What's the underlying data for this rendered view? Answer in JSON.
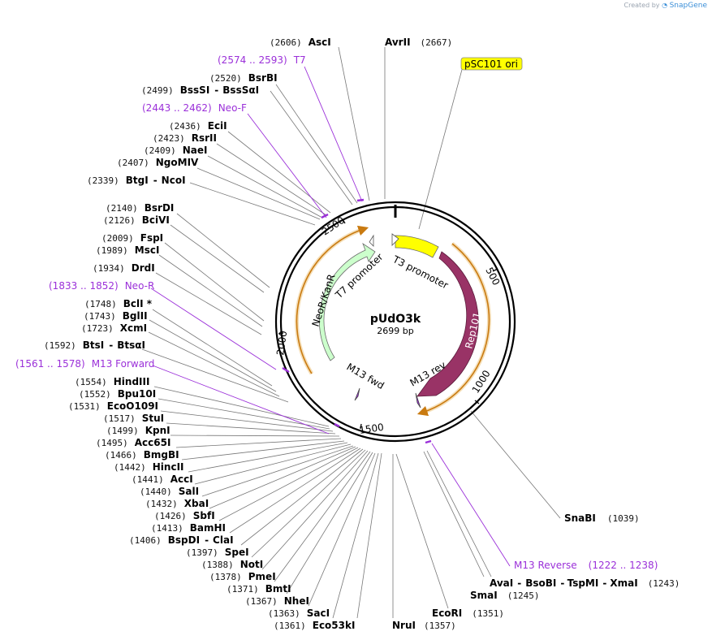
{
  "credit": {
    "created_by": "Created by",
    "brand": "SnapGene"
  },
  "plasmid": {
    "name": "pUdO3k",
    "length": "2699 bp"
  },
  "tick_labels": [
    "500",
    "1000",
    "1500",
    "2000",
    "2500"
  ],
  "features": {
    "neor_kanr": "NeoR/KanR",
    "rep101": "Rep101",
    "t7_promoter": "T7 promoter",
    "t3_promoter": "T3 promoter",
    "m13_fwd": "M13 fwd",
    "m13_rev": "M13 rev",
    "psc101_ori": "pSC101 ori"
  },
  "colors": {
    "neor": "#ccffcc",
    "rep101": "#993366",
    "t3": "#ffff00",
    "primer": "#9b30d9",
    "orf": "#e8a33d"
  },
  "sites": [
    {
      "pos": "(2606)",
      "name": "AscI"
    },
    {
      "pos": "(2667)",
      "name": "AvrII"
    },
    {
      "pos": "(2520)",
      "name": "BsrBI"
    },
    {
      "pos": "(2499)",
      "name": "BssSI",
      "alt": "BssSαI"
    },
    {
      "pos": "(2436)",
      "name": "EciI"
    },
    {
      "pos": "(2423)",
      "name": "RsrII"
    },
    {
      "pos": "(2409)",
      "name": "NaeI"
    },
    {
      "pos": "(2407)",
      "name": "NgoMIV"
    },
    {
      "pos": "(2339)",
      "name": "BtgI",
      "alt": "NcoI"
    },
    {
      "pos": "(2140)",
      "name": "BsrDI"
    },
    {
      "pos": "(2126)",
      "name": "BciVI"
    },
    {
      "pos": "(2009)",
      "name": "FspI"
    },
    {
      "pos": "(1989)",
      "name": "MscI"
    },
    {
      "pos": "(1934)",
      "name": "DrdI"
    },
    {
      "pos": "(1748)",
      "name": "BclI *"
    },
    {
      "pos": "(1743)",
      "name": "BglII"
    },
    {
      "pos": "(1723)",
      "name": "XcmI"
    },
    {
      "pos": "(1592)",
      "name": "BtsI",
      "alt": "BtsαI"
    },
    {
      "pos": "(1554)",
      "name": "HindIII"
    },
    {
      "pos": "(1552)",
      "name": "Bpu10I"
    },
    {
      "pos": "(1531)",
      "name": "EcoO109I"
    },
    {
      "pos": "(1517)",
      "name": "StuI"
    },
    {
      "pos": "(1499)",
      "name": "KpnI"
    },
    {
      "pos": "(1495)",
      "name": "Acc65I"
    },
    {
      "pos": "(1466)",
      "name": "BmgBI"
    },
    {
      "pos": "(1442)",
      "name": "HincII"
    },
    {
      "pos": "(1441)",
      "name": "AccI"
    },
    {
      "pos": "(1440)",
      "name": "SalI"
    },
    {
      "pos": "(1432)",
      "name": "XbaI"
    },
    {
      "pos": "(1426)",
      "name": "SbfI"
    },
    {
      "pos": "(1413)",
      "name": "BamHI"
    },
    {
      "pos": "(1406)",
      "name": "BspDI",
      "alt": "ClaI"
    },
    {
      "pos": "(1397)",
      "name": "SpeI"
    },
    {
      "pos": "(1388)",
      "name": "NotI"
    },
    {
      "pos": "(1378)",
      "name": "PmeI"
    },
    {
      "pos": "(1371)",
      "name": "BmtI"
    },
    {
      "pos": "(1367)",
      "name": "NheI"
    },
    {
      "pos": "(1363)",
      "name": "SacI"
    },
    {
      "pos": "(1361)",
      "name": "Eco53kI"
    },
    {
      "pos": "(1357)",
      "name": "NruI"
    },
    {
      "pos": "(1351)",
      "name": "EcoRI"
    },
    {
      "pos": "(1245)",
      "name": "SmaI"
    },
    {
      "pos": "(1243)",
      "name": "AvaI",
      "alt": "BsoBI",
      "alt2": "TspMI",
      "alt3": "XmaI"
    },
    {
      "pos": "(1039)",
      "name": "SnaBI"
    }
  ],
  "primers": [
    {
      "range": "(2574 .. 2593)",
      "name": "T7"
    },
    {
      "range": "(2443 .. 2462)",
      "name": "Neo-F"
    },
    {
      "range": "(1833 .. 1852)",
      "name": "Neo-R"
    },
    {
      "range": "(1561 .. 1578)",
      "name": "M13 Forward"
    },
    {
      "range": "(1222 .. 1238)",
      "name": "M13 Reverse"
    }
  ]
}
